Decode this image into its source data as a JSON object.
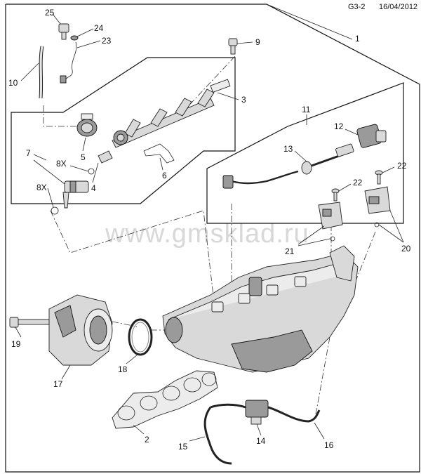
{
  "header": {
    "code": "G3-2",
    "date": "16/04/2012"
  },
  "watermark": "www.gmsklad.ru",
  "callouts": [
    "1",
    "2",
    "3",
    "4",
    "5",
    "6",
    "7",
    "8X",
    "8X",
    "9",
    "10",
    "11",
    "12",
    "13",
    "14",
    "15",
    "16",
    "17",
    "18",
    "19",
    "20",
    "21",
    "22",
    "22",
    "23",
    "24",
    "25"
  ]
}
